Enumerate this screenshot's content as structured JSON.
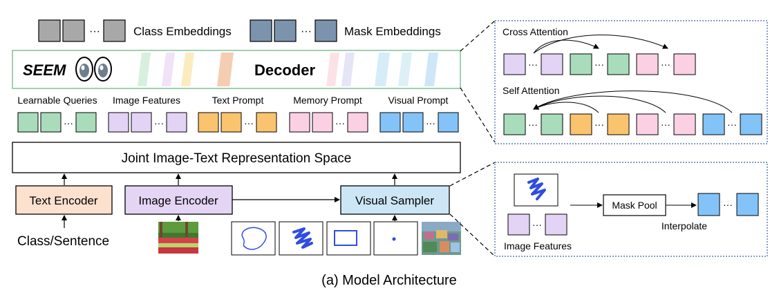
{
  "legend": {
    "class_embeddings": "Class Embeddings",
    "mask_embeddings": "Mask Embeddings",
    "ellipsis": "···"
  },
  "decoder": {
    "seem_label": "SEEM",
    "decoder_label": "Decoder"
  },
  "prompts": [
    {
      "label": "Learnable Queries",
      "color": "#a9dcbb"
    },
    {
      "label": "Image Features",
      "color": "#e3d3f5"
    },
    {
      "label": "Text Prompt",
      "color": "#f9c46d"
    },
    {
      "label": "Memory Prompt",
      "color": "#fbd0e3"
    },
    {
      "label": "Visual Prompt",
      "color": "#83c3f7"
    }
  ],
  "joint_space": "Joint Image-Text Representation Space",
  "encoders": {
    "text_encoder": "Text Encoder",
    "image_encoder": "Image Encoder",
    "visual_sampler": "Visual Sampler",
    "class_sentence": "Class/Sentence"
  },
  "attention_panel": {
    "cross_attention": "Cross Attention",
    "self_attention": "Self Attention"
  },
  "sampler_panel": {
    "mask_pool": "Mask Pool",
    "interpolate": "Interpolate",
    "image_features": "Image Features"
  },
  "caption": "(a) Model Architecture",
  "colors": {
    "class_embedding": "#a8a8a8",
    "mask_embedding": "#7c93ad",
    "text_encoder_fill": "#fce1cf",
    "image_encoder_fill": "#e4d5f5",
    "visual_sampler_fill": "#cce6f6",
    "scribble_blue": "#2f4de0"
  }
}
